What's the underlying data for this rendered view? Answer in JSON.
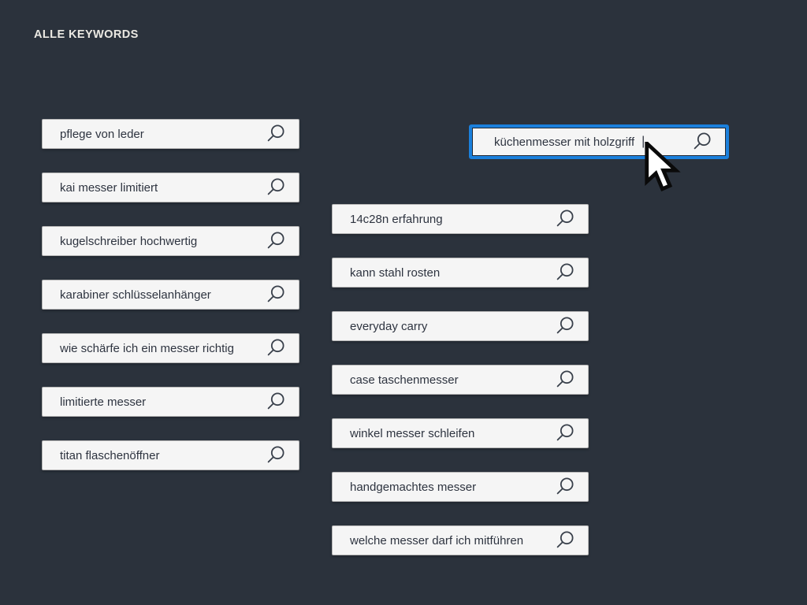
{
  "page": {
    "title": "ALLE KEYWORDS"
  },
  "colors": {
    "background": "#2b323c",
    "box_fill": "#f5f5f5",
    "box_text": "#2e3440",
    "focus_border_blue": "#1b80dc",
    "icon_stroke": "#39404b",
    "title_text": "#ebe9e3"
  },
  "icons": {
    "search": "magnifier-icon",
    "cursor": "arrow-pointer"
  },
  "focused_box": {
    "value": "küchenmesser mit holzgriff",
    "caret": "|"
  },
  "left_column": [
    "pflege von leder",
    "kai messer limitiert",
    "kugelschreiber hochwertig",
    "karabiner schlüsselanhänger",
    "wie schärfe ich ein messer richtig",
    "limitierte messer",
    "titan flaschenöffner"
  ],
  "right_column": [
    "14c28n erfahrung",
    "kann stahl rosten",
    "everyday carry",
    "case taschenmesser",
    "winkel messer schleifen",
    "handgemachtes messer",
    "welche messer darf ich mitführen"
  ]
}
